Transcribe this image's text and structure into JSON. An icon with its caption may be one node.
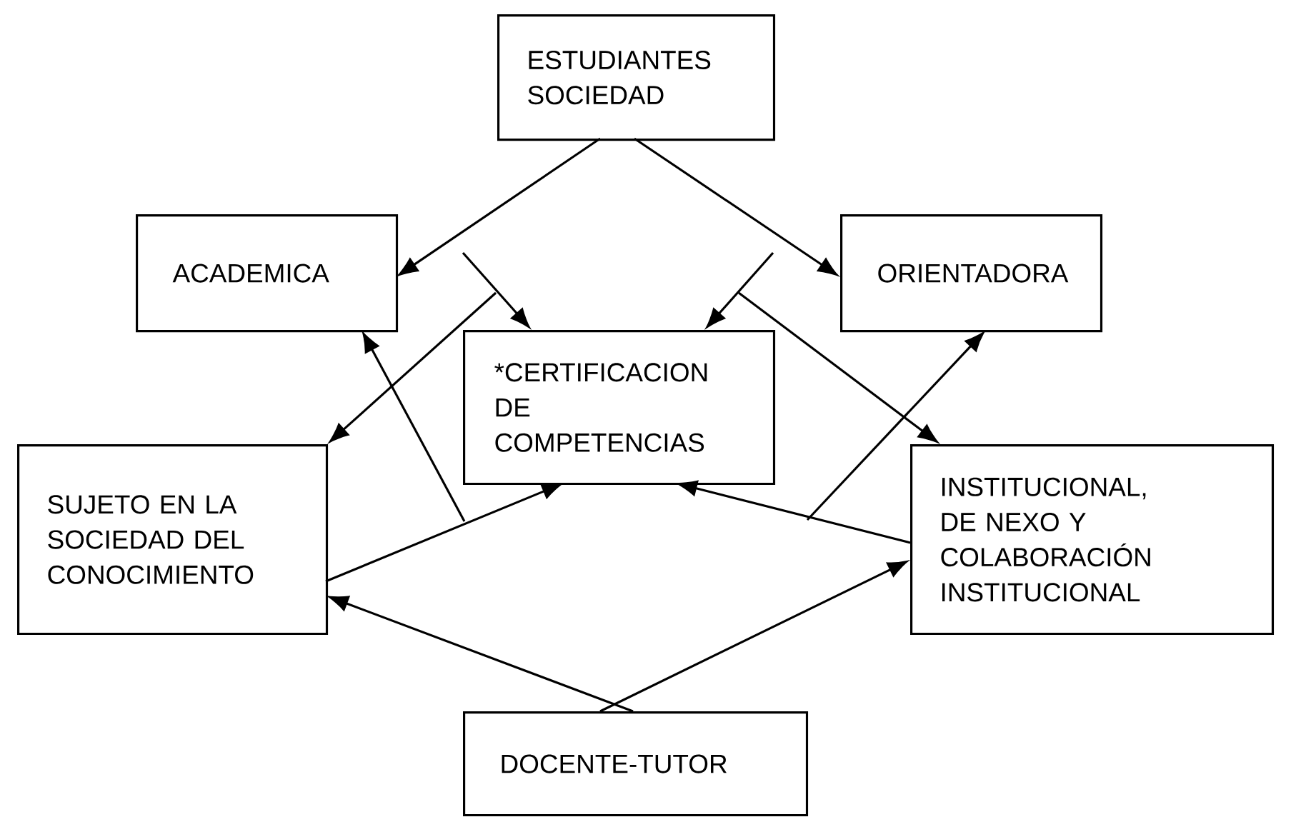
{
  "diagram": {
    "nodes": [
      {
        "text": [
          "ESTUDIANTES SOCIEDAD"
        ]
      },
      {
        "text": [
          "ACADEMICA"
        ]
      },
      {
        "text": [
          "ORIENTADORA"
        ]
      },
      {
        "text": [
          "*CERTIFICACION DE COMPETENCIAS"
        ]
      },
      {
        "text": [
          "SUJETO EN LA SOCIEDAD DEL CONOCIMIENTO"
        ]
      },
      {
        "text": [
          "INSTITUCIONAL, DE NEXO Y COLABORACIÓN INSTITUCIONAL"
        ]
      },
      {
        "text": [
          "DOCENTE-TUTOR"
        ]
      }
    ],
    "edges": [
      {
        "from": 0,
        "to": 1,
        "arrow": "to"
      },
      {
        "from": 0,
        "to": 2,
        "arrow": "to"
      },
      {
        "from": null,
        "to": 3,
        "arrow": "to"
      },
      {
        "from": null,
        "to": 4,
        "arrow": "to"
      },
      {
        "from": null,
        "to": 3,
        "arrow": "to"
      },
      {
        "from": null,
        "to": 5,
        "arrow": "to"
      },
      {
        "from": null,
        "to": 1,
        "arrow": "to"
      },
      {
        "from": null,
        "to": 2,
        "arrow": "to"
      },
      {
        "from": 4,
        "to": 3,
        "arrow": "to"
      },
      {
        "from": 5,
        "to": 3,
        "arrow": "to"
      },
      {
        "from": 6,
        "to": 4,
        "arrow": "to"
      },
      {
        "from": 6,
        "to": 5,
        "arrow": "to"
      }
    ]
  }
}
